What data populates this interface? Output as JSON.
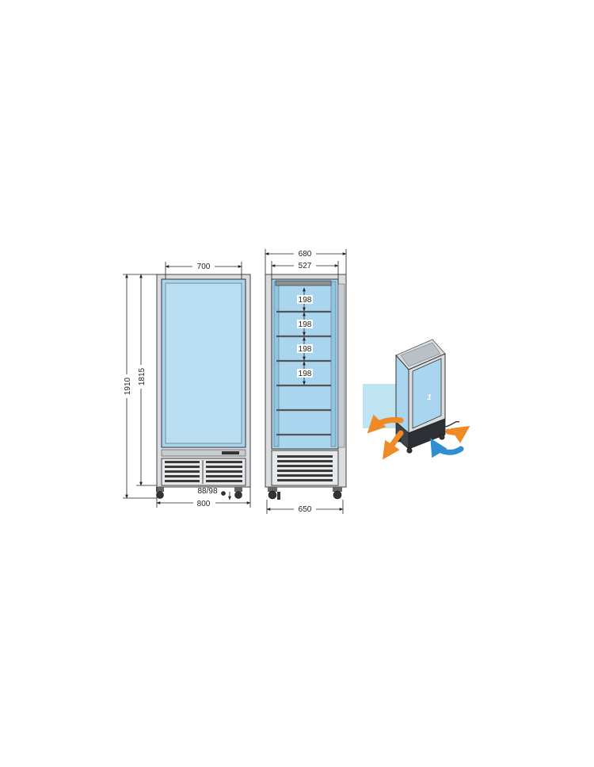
{
  "front_view": {
    "top_width": "700",
    "total_height": "1910",
    "glass_height": "1815",
    "foot_height": "88/98",
    "base_width": "800"
  },
  "side_view": {
    "outer_width": "680",
    "inner_width": "527",
    "shelf_spacing": [
      "198",
      "198",
      "198",
      "198"
    ],
    "base_width": "650"
  },
  "perspective_view": {
    "door_number": "1"
  },
  "colors": {
    "glass": "#a9d6ee",
    "frame": "#d9dde0",
    "airflow_out": "#f08a24",
    "airflow_in": "#2f8fd0"
  }
}
